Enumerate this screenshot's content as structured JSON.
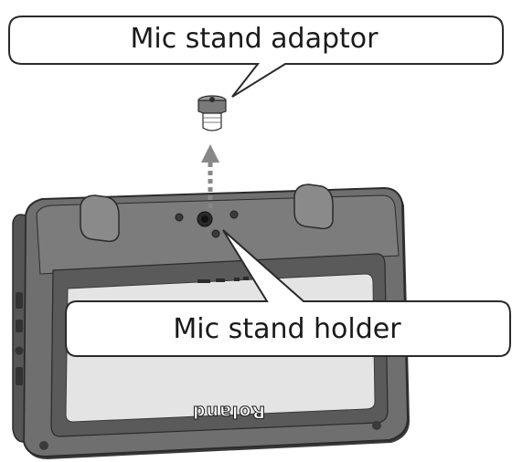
{
  "callouts": {
    "adaptor_label": "Mic stand adaptor",
    "holder_label": "Mic stand holder"
  },
  "device": {
    "brand_logo": "Roland"
  },
  "colors": {
    "body": "#6f6f6f",
    "body_dark": "#4a4a4a",
    "face": "#dcdcdc",
    "callout_fill": "#ffffff",
    "callout_stroke": "#2a2a2a"
  }
}
